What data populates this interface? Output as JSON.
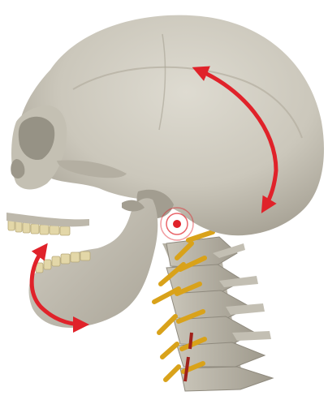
{
  "image": {
    "subject": "skull-with-cervical-spine",
    "background_color": "#ffffff",
    "bone_color": "#cfcbbf",
    "bone_shadow_color": "#a8a396",
    "nerve_color": "#d9a21a",
    "annotation_color": "#e0222a",
    "icons": [
      "cranium-rotation-arrow",
      "jaw-rotation-arrow",
      "pivot-target-marker"
    ]
  }
}
